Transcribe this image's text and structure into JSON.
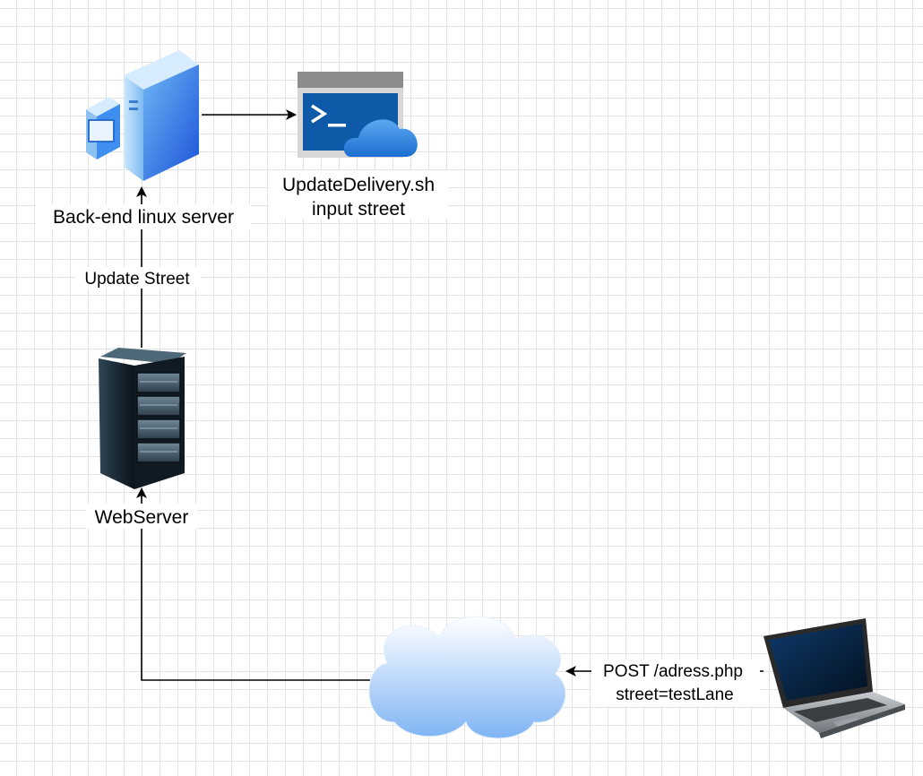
{
  "diagram": {
    "nodes": {
      "backend": {
        "label": "Back-end linux server",
        "icon": "linux-server-icon"
      },
      "script": {
        "label_line1": "UpdateDelivery.sh",
        "label_line2": "input street",
        "icon": "azure-cloud-shell-icon"
      },
      "webserver": {
        "label": "WebServer",
        "icon": "server-rack-icon"
      },
      "internet": {
        "icon": "cloud-icon"
      },
      "client": {
        "icon": "laptop-icon"
      }
    },
    "edges": {
      "web_to_backend": {
        "label": "Update Street"
      },
      "client_to_cloud": {
        "label_line1": "POST /adress.php",
        "label_line2": "street=testLane"
      }
    }
  }
}
